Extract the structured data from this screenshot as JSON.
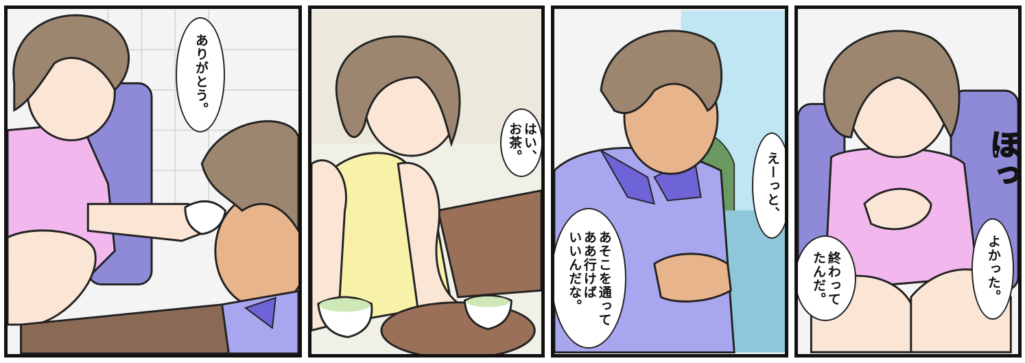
{
  "panels": [
    {
      "id": 1,
      "bubbles": [
        {
          "text": "ありがとう。"
        }
      ]
    },
    {
      "id": 2,
      "bubbles": [
        {
          "text": "はい、\nお茶。"
        }
      ]
    },
    {
      "id": 3,
      "bubbles": [
        {
          "text": "えーっと、"
        },
        {
          "text": "あそこを通って\nああ行けば\nいいんだな。"
        }
      ]
    },
    {
      "id": 4,
      "bubbles": [
        {
          "text": "終わって\nたんだ。"
        },
        {
          "text": "よかった。"
        }
      ],
      "sfx": "ほっ"
    }
  ],
  "colors": {
    "hair": "#9c8670",
    "skin": "#fbe6d6",
    "man_skin": "#e8b48c",
    "pink_top": "#f2b8ee",
    "yellow_top": "#f7f2a8",
    "blue_shirt": "#a9a6f0",
    "collar": "#6f63d8",
    "sofa": "#8f8ad8",
    "tray": "#9a7158",
    "sea": "#bfe6f2"
  }
}
